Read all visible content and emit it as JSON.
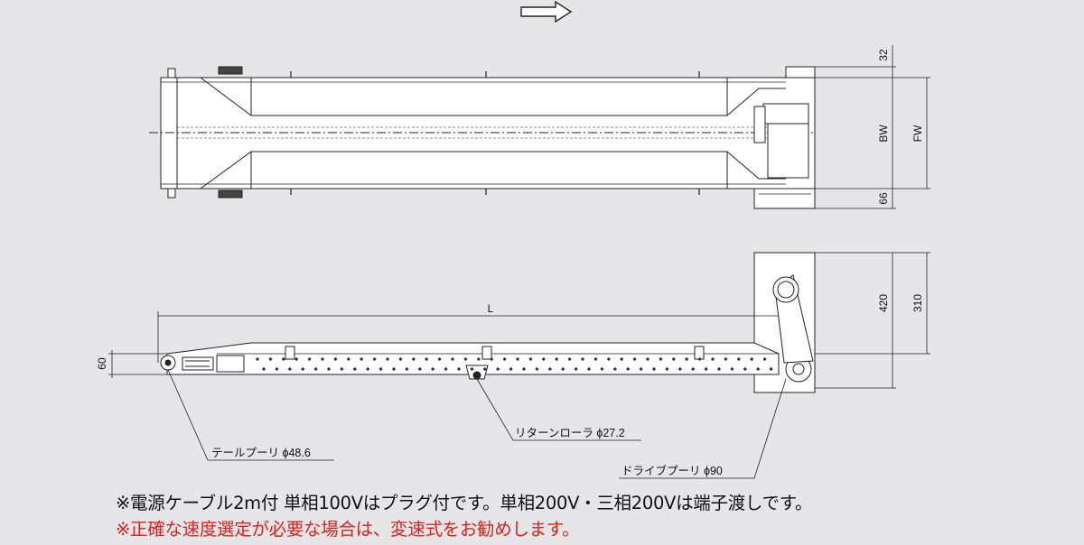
{
  "drawing": {
    "direction_arrow": "arrow-right-icon",
    "dimensions": {
      "top_offset": "32",
      "belt_width": "BW",
      "frame_width": "FW",
      "bottom_offset": "66",
      "motor_height_outer": "420",
      "motor_height_inner": "310",
      "length": "L",
      "belt_height": "60"
    },
    "callouts": {
      "tail_pulley": "テールプーリ  ϕ48.6",
      "return_roller": "リターンローラ  ϕ27.2",
      "drive_pulley": "ドライブプーリ  ϕ90"
    }
  },
  "notes": {
    "line1": "※電源ケーブル2m付  単相100Vはプラグ付です。単相200V・三相200Vは端子渡しです。",
    "line2": "※正確な速度選定が必要な場合は、変速式をお勧めします。"
  },
  "colors": {
    "background": "#e6e6e8",
    "line": "#222222",
    "note_red": "#e0201b"
  }
}
